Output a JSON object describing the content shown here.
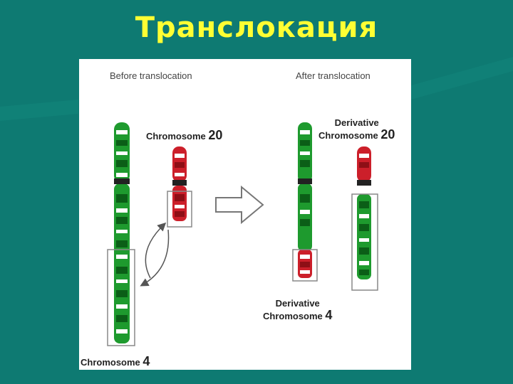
{
  "slide": {
    "title": "Транслокация"
  },
  "diagram": {
    "before_label": "Before translocation",
    "after_label": "After translocation",
    "chromosome20": {
      "name": "Chromosome",
      "number": "20"
    },
    "chromosome4": {
      "name": "Chromosome",
      "number": "4"
    },
    "derivative20": {
      "line1": "Derivative",
      "line2": "Chromosome",
      "number": "20"
    },
    "derivative4": {
      "line1": "Derivative",
      "line2": "Chromosome",
      "number": "4"
    }
  },
  "colors": {
    "background": "#0e7a72",
    "title": "#ffff33",
    "green_band": "#1e9a2e",
    "dark_green_band": "#0b5e17",
    "red_band": "#cc1f2a",
    "dark_red_band": "#8e0f16"
  }
}
